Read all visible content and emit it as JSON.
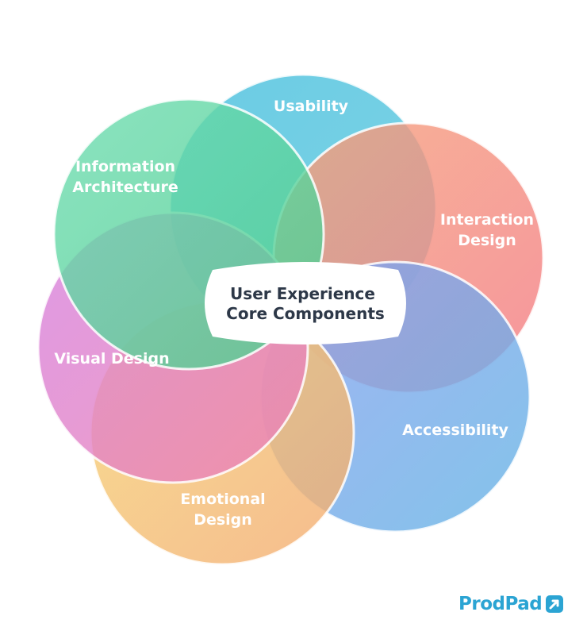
{
  "diagram": {
    "center": {
      "lines": [
        "User Experience",
        "Core Components"
      ]
    },
    "components": [
      {
        "id": "usability",
        "lines": [
          "Usability"
        ],
        "colors": [
          "#45bedc",
          "#5cc9e0"
        ]
      },
      {
        "id": "interaction-design",
        "lines": [
          "Interaction",
          "Design"
        ],
        "colors": [
          "#f5a27a",
          "#f47a84"
        ]
      },
      {
        "id": "accessibility",
        "lines": [
          "Accessibility"
        ],
        "colors": [
          "#8a9ff0",
          "#64b4e4"
        ]
      },
      {
        "id": "emotional-design",
        "lines": [
          "Emotional",
          "Design"
        ],
        "colors": [
          "#f5d574",
          "#f4aa72"
        ]
      },
      {
        "id": "visual-design",
        "lines": [
          "Visual Design"
        ],
        "colors": [
          "#d580e0",
          "#ee84b0"
        ]
      },
      {
        "id": "information-architecture",
        "lines": [
          "Information",
          "Architecture"
        ],
        "colors": [
          "#6ddcb0",
          "#4fcd8e"
        ]
      }
    ]
  },
  "brand": {
    "name": "ProdPad",
    "color": "#2ba4d3",
    "icon": "prodpad-arrow-icon"
  }
}
